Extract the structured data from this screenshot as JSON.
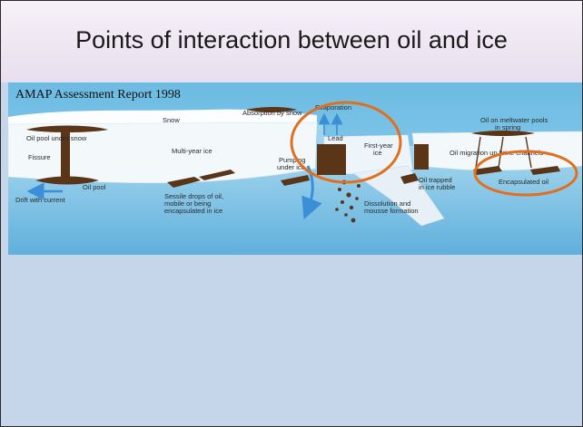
{
  "slide": {
    "title": "Points of interaction between oil and ice",
    "credit": "AMAP Assessment Report 1998"
  },
  "diagram": {
    "labels": {
      "snow": "Snow",
      "absorption_by_snow": "Absorption by snow",
      "evaporation": "Evaporation",
      "lead": "Lead",
      "oil_on_meltwater_line1": "Oil on meltwater pools",
      "oil_on_meltwater_line2": "in spring",
      "oil_pool_under_snow": "Oil pool under snow",
      "fissure": "Fissure",
      "multi_year_ice": "Multi-year ice",
      "first_year_ice_line1": "First-year",
      "first_year_ice_line2": "ice",
      "oil_migration": "Oil migration up brine channels",
      "pumping_line1": "Pumping",
      "pumping_line2": "under ice",
      "oil_trapped_line1": "Oil trapped",
      "oil_trapped_line2": "in ice rubble",
      "encapsulated_oil": "Encapsulated oil",
      "oil_pool": "Oil pool",
      "drift_with_current": "Drift with current",
      "sessile_line1": "Sessile drops of oil,",
      "sessile_line2": "mobile or being",
      "sessile_line3": "encapsulated in ice",
      "dissolution_line1": "Dissolution and",
      "dissolution_line2": "mousse formation"
    },
    "colors": {
      "water": "#8ec9e6",
      "ice": "#f4f8fb",
      "oil": "#5a3518",
      "highlight": "#e07020",
      "arrow": "#3a8fd6"
    }
  }
}
